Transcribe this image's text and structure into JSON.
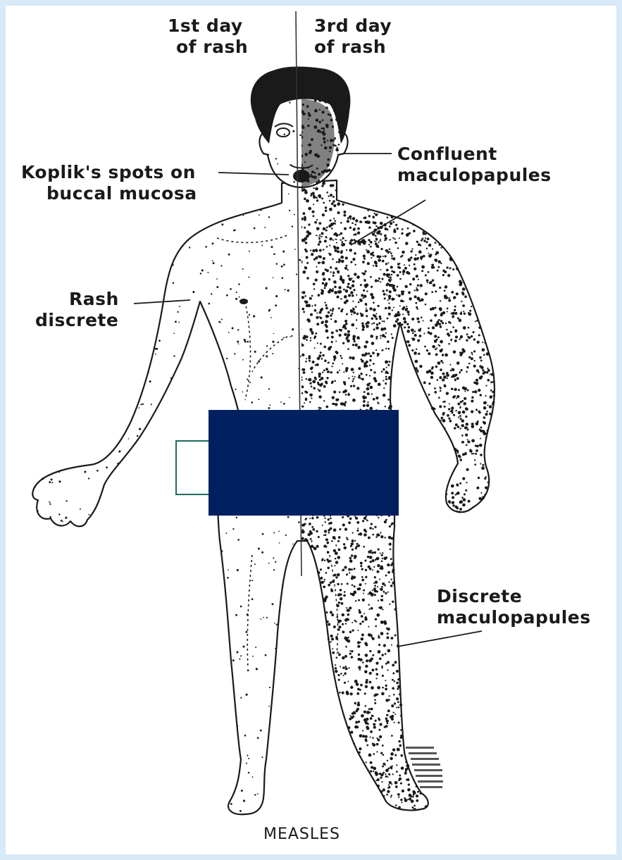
{
  "labels": {
    "day1": [
      "1st day",
      "of rash"
    ],
    "day3": [
      "3rd day",
      "of rash"
    ],
    "koplik": [
      "Koplik's spots on",
      "buccal mucosa"
    ],
    "confluent": [
      "Confluent",
      "maculopapules"
    ],
    "rash_discrete": [
      "Rash",
      "discrete"
    ],
    "discrete_maculo": [
      "Discrete",
      "maculopapules"
    ],
    "caption": "MEASLES"
  },
  "colors": {
    "background": "#d8e9f7",
    "figure_bg": "#ffffff",
    "ink": "#1a1a1a",
    "cover_box": "#002060",
    "cover_outline": "#1f6b5a"
  }
}
